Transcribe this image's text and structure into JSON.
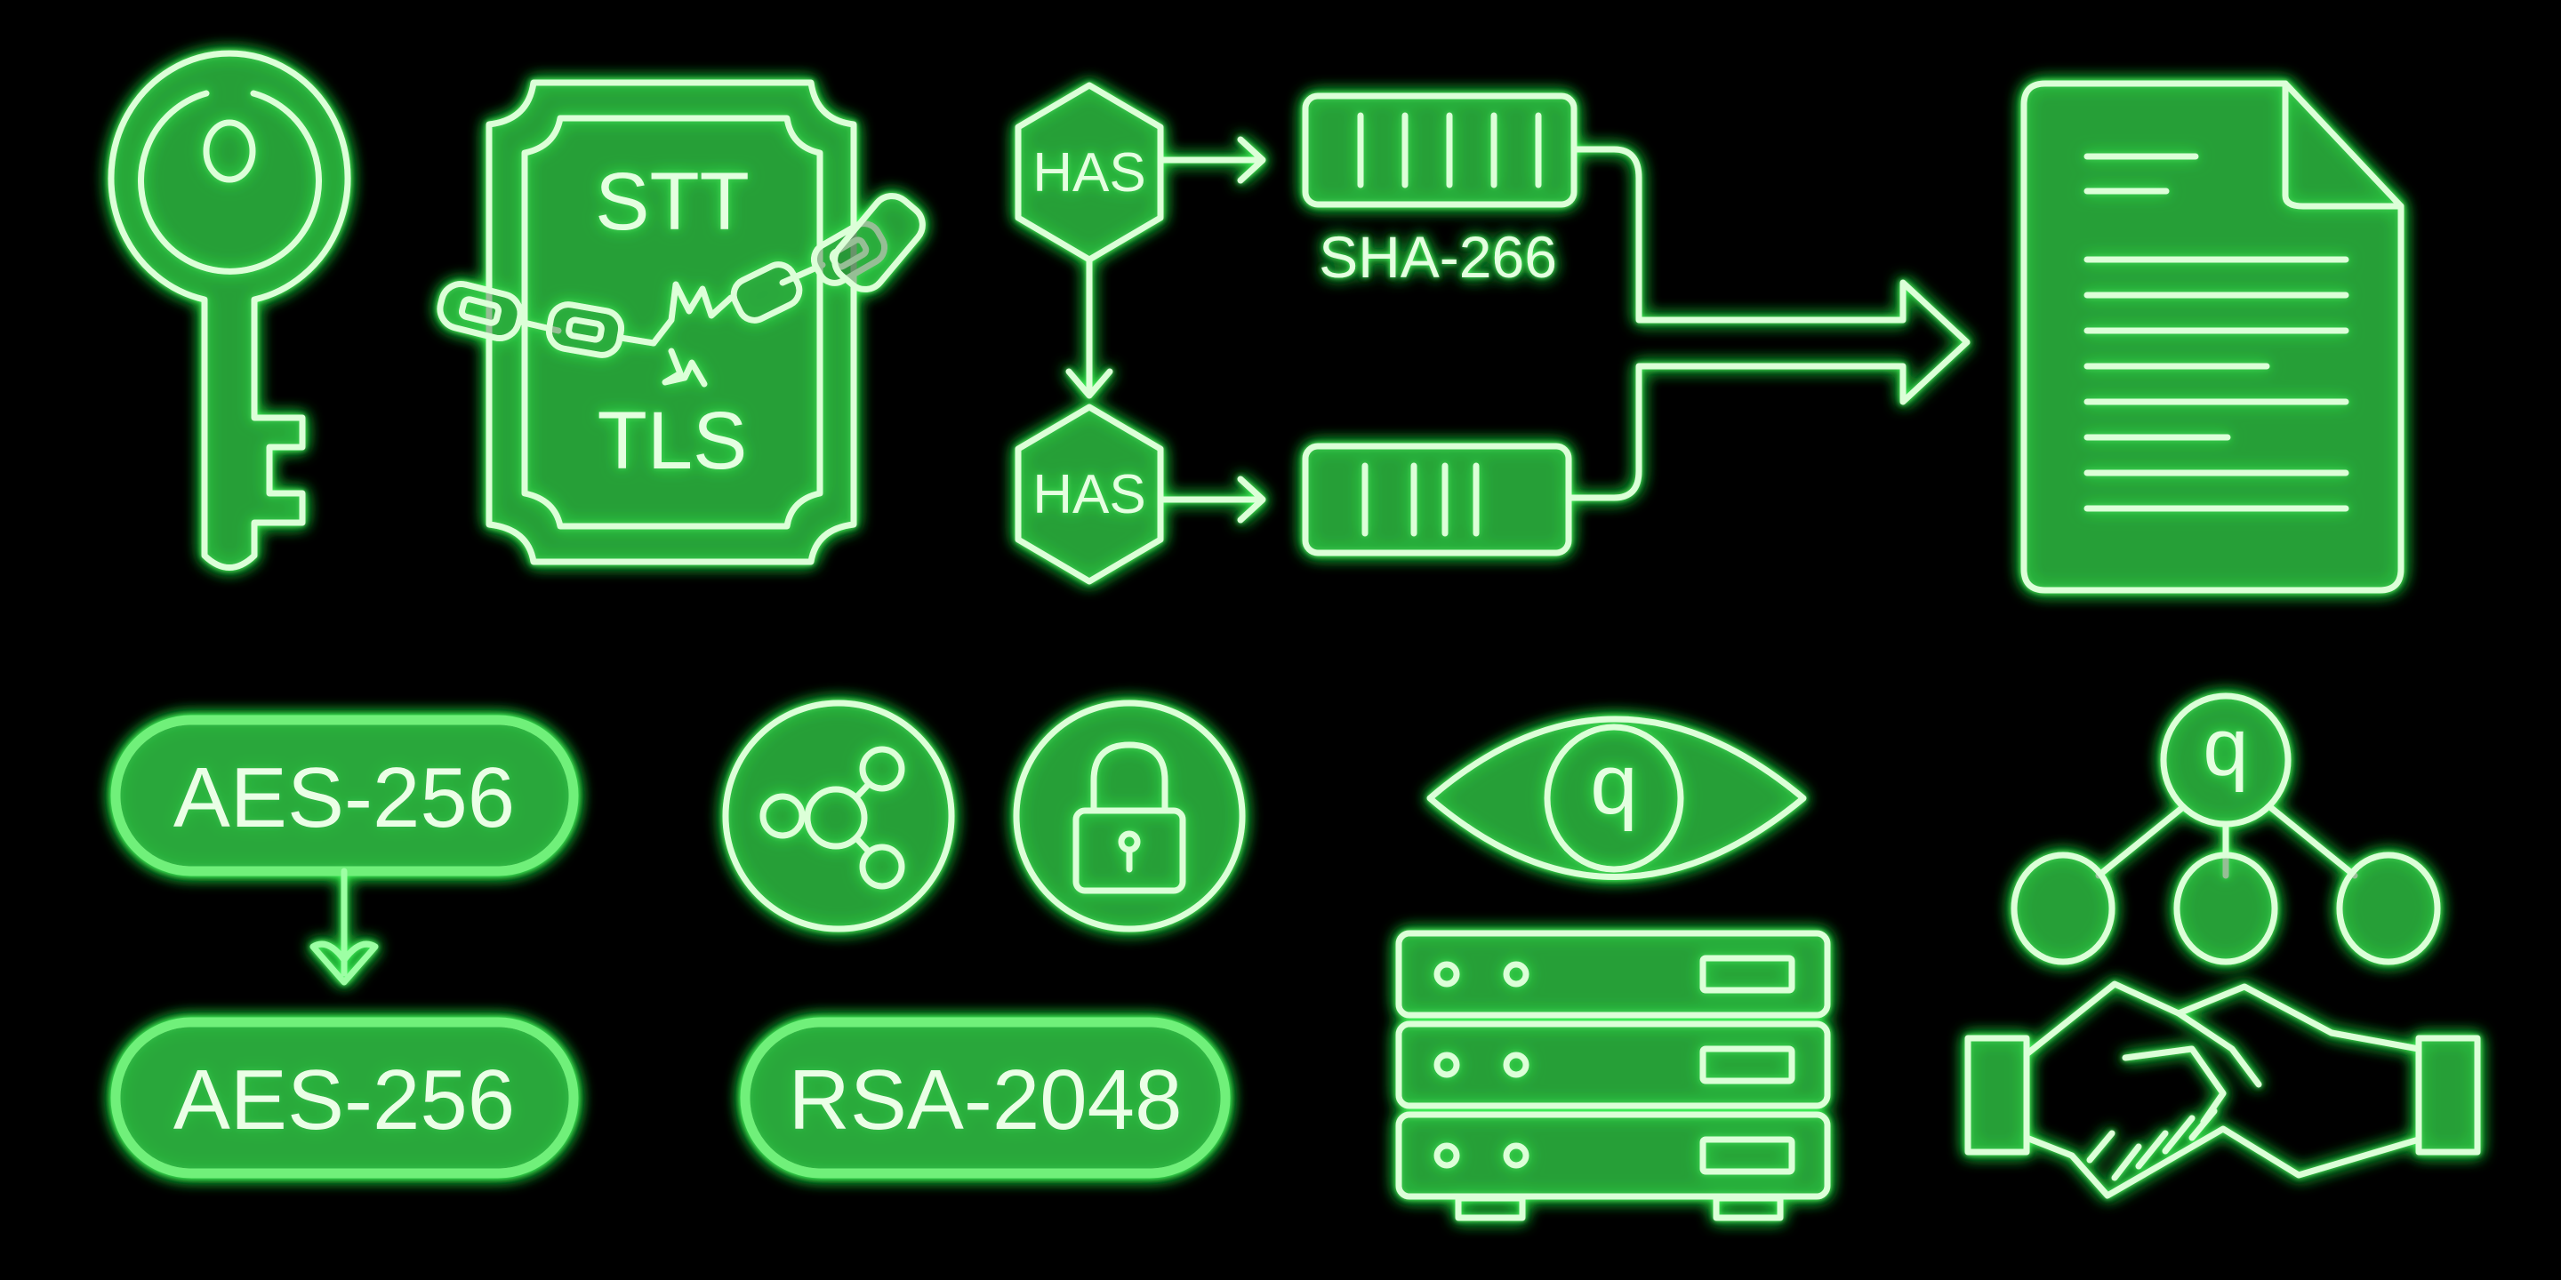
{
  "theme": {
    "background": "#000000",
    "line_color": "#dcffd8",
    "glow_color": "#2dff4a",
    "pill_border_color": "#70f07a"
  },
  "certificate": {
    "top_text": "STT",
    "bottom_text": "TLS"
  },
  "hash_flow": {
    "top_node_label": "HAS",
    "bottom_node_label": "HAS",
    "algorithm_label": "SHA-266"
  },
  "pills": {
    "aes_top": "AES-256",
    "aes_bottom": "AES-256",
    "rsa": "RSA-2048"
  },
  "eye": {
    "symbol": "q"
  },
  "tree": {
    "root_symbol": "q"
  },
  "icons": [
    "key-icon",
    "broken-chain-certificate-icon",
    "hash-flow-diagram",
    "document-icon",
    "share-network-icon",
    "padlock-icon",
    "eye-icon",
    "server-stack-icon",
    "hierarchy-tree-icon",
    "handshake-icon"
  ]
}
